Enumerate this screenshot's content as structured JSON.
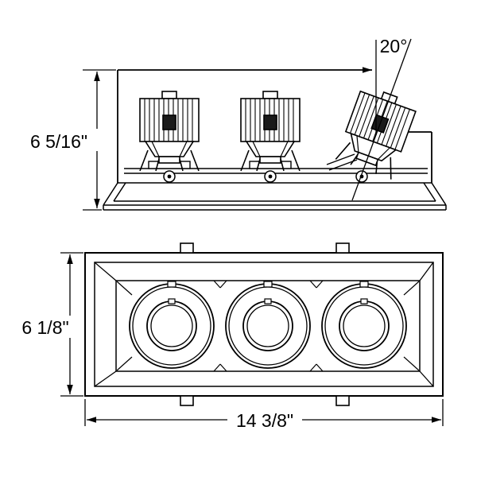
{
  "diagram": {
    "kind": "technical-dimension-drawing",
    "subject": "triple-head recessed downlight, side elevation and bottom view",
    "line_color": "#000000",
    "background": "#ffffff",
    "side_view": {
      "height": "6 5/16\"",
      "tilt_angle": "20°"
    },
    "bottom_view": {
      "height": "6 1/8\"",
      "width": "14 3/8\""
    }
  }
}
